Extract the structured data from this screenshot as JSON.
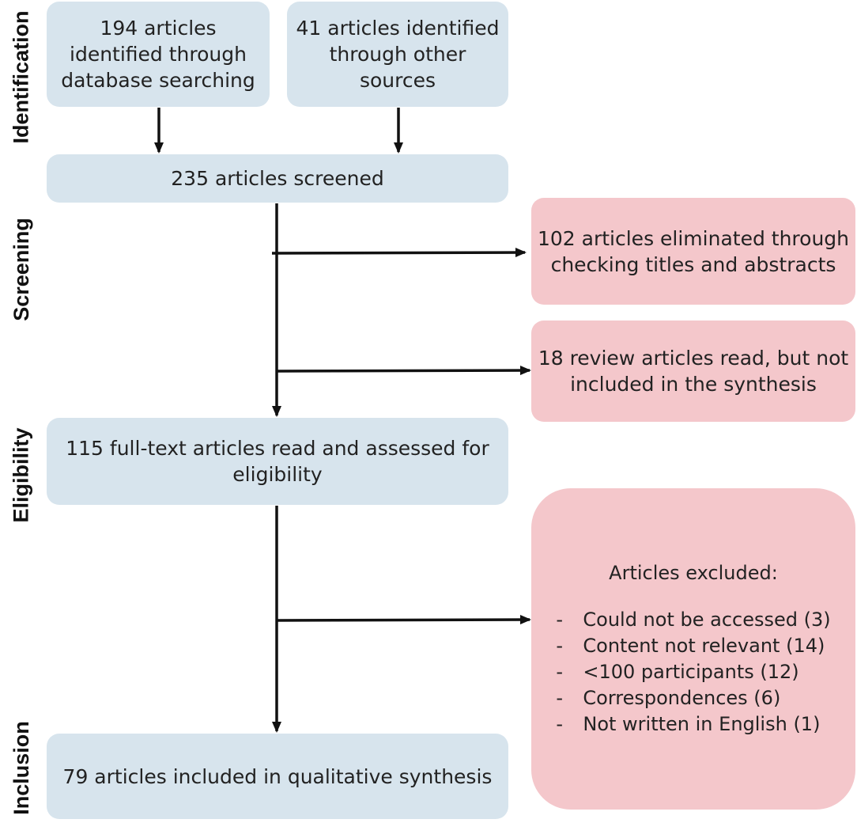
{
  "stages": {
    "identification": "Identification",
    "screening": "Screening",
    "eligibility": "Eligibility",
    "inclusion": "Inclusion"
  },
  "boxes": {
    "database": "194 articles\nidentified through\ndatabase searching",
    "other_sources": "41 articles identified\nthrough other\nsources",
    "screened": "235 articles screened",
    "eliminated": "102 articles eliminated through\nchecking titles and abstracts",
    "reviews": "18 review articles read, but not\nincluded in the synthesis",
    "fulltext": "115 full-text articles read and assessed for\neligibility",
    "included": "79 articles included in qualitative synthesis"
  },
  "excluded": {
    "title": "Articles excluded:",
    "reasons": [
      "Could not be accessed (3)",
      "Content not relevant (14)",
      "<100 participants (12)",
      "Correspondences (6)",
      "Not written in English (1)"
    ]
  },
  "colors": {
    "flow_box": "#d7e4ed",
    "excluded_box": "#f4c7cb",
    "arrow": "#111111"
  }
}
